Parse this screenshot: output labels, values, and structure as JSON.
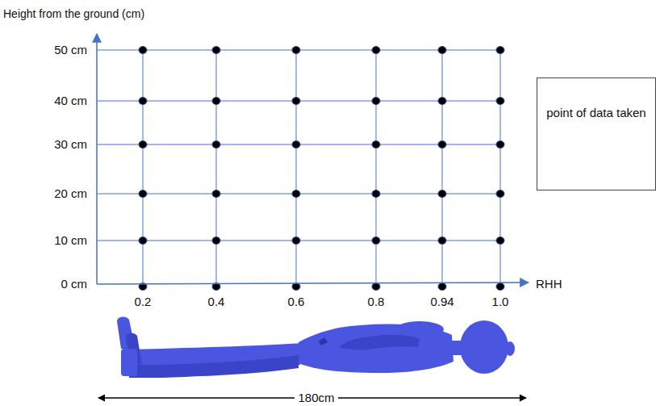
{
  "diagram": {
    "labels": [
      "Height from the ground (cm)",
      "50 cm",
      "40 cm",
      "30 cm",
      "20 cm",
      "10 cm",
      "0 cm",
      "RHH",
      "0.2",
      "0.4",
      "0.6",
      "0.8",
      "0.94",
      "1.0",
      "180cm"
    ],
    "legend": [
      {
        "text": "point of data taken"
      }
    ]
  }
}
